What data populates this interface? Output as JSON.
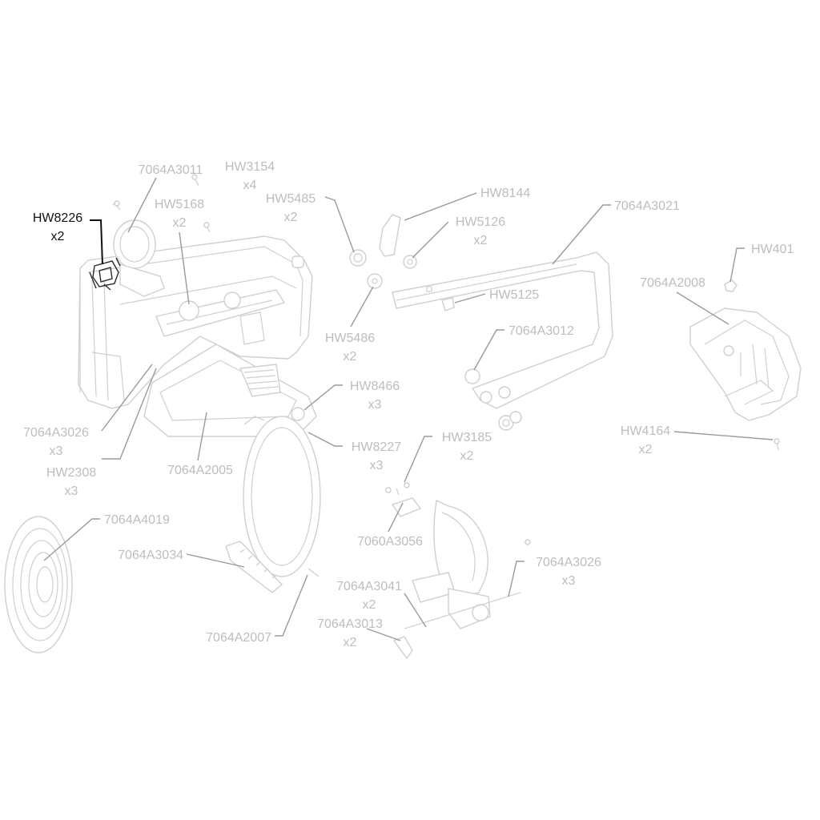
{
  "callouts": [
    {
      "id": "hw8226",
      "part": "HW8226",
      "qty": "x2",
      "highlight": true
    },
    {
      "id": "a3011",
      "part": "7064A3011",
      "qty": ""
    },
    {
      "id": "hw3154",
      "part": "HW3154",
      "qty": "x4"
    },
    {
      "id": "hw5168",
      "part": "HW5168",
      "qty": "x2"
    },
    {
      "id": "hw5485",
      "part": "HW5485",
      "qty": "x2"
    },
    {
      "id": "hw8144",
      "part": "HW8144",
      "qty": ""
    },
    {
      "id": "hw5126",
      "part": "HW5126",
      "qty": "x2"
    },
    {
      "id": "a3021",
      "part": "7064A3021",
      "qty": ""
    },
    {
      "id": "hw401",
      "part": "HW401",
      "qty": ""
    },
    {
      "id": "a2008",
      "part": "7064A2008",
      "qty": ""
    },
    {
      "id": "hw5125",
      "part": "HW5125",
      "qty": ""
    },
    {
      "id": "hw5486",
      "part": "HW5486",
      "qty": "x2"
    },
    {
      "id": "a3012",
      "part": "7064A3012",
      "qty": ""
    },
    {
      "id": "hw8466",
      "part": "HW8466",
      "qty": "x3"
    },
    {
      "id": "a3026a",
      "part": "7064A3026",
      "qty": "x3"
    },
    {
      "id": "hw2308",
      "part": "HW2308",
      "qty": "x3"
    },
    {
      "id": "a2005",
      "part": "7064A2005",
      "qty": ""
    },
    {
      "id": "hw8227",
      "part": "HW8227",
      "qty": "x3"
    },
    {
      "id": "hw3185",
      "part": "HW3185",
      "qty": "x2"
    },
    {
      "id": "hw4164",
      "part": "HW4164",
      "qty": "x2"
    },
    {
      "id": "a4019",
      "part": "7064A4019",
      "qty": ""
    },
    {
      "id": "a3034",
      "part": "7064A3034",
      "qty": ""
    },
    {
      "id": "a3056",
      "part": "7060A3056",
      "qty": ""
    },
    {
      "id": "a3026b",
      "part": "7064A3026",
      "qty": "x3"
    },
    {
      "id": "a3041",
      "part": "7064A3041",
      "qty": "x2"
    },
    {
      "id": "a3013",
      "part": "7064A3013",
      "qty": "x2"
    },
    {
      "id": "a2007",
      "part": "7064A2007",
      "qty": ""
    }
  ],
  "colors": {
    "label": "#bdbdbd",
    "highlight": "#111111",
    "leader": "#9a9a9a",
    "part_outline": "#cfcfcf"
  }
}
